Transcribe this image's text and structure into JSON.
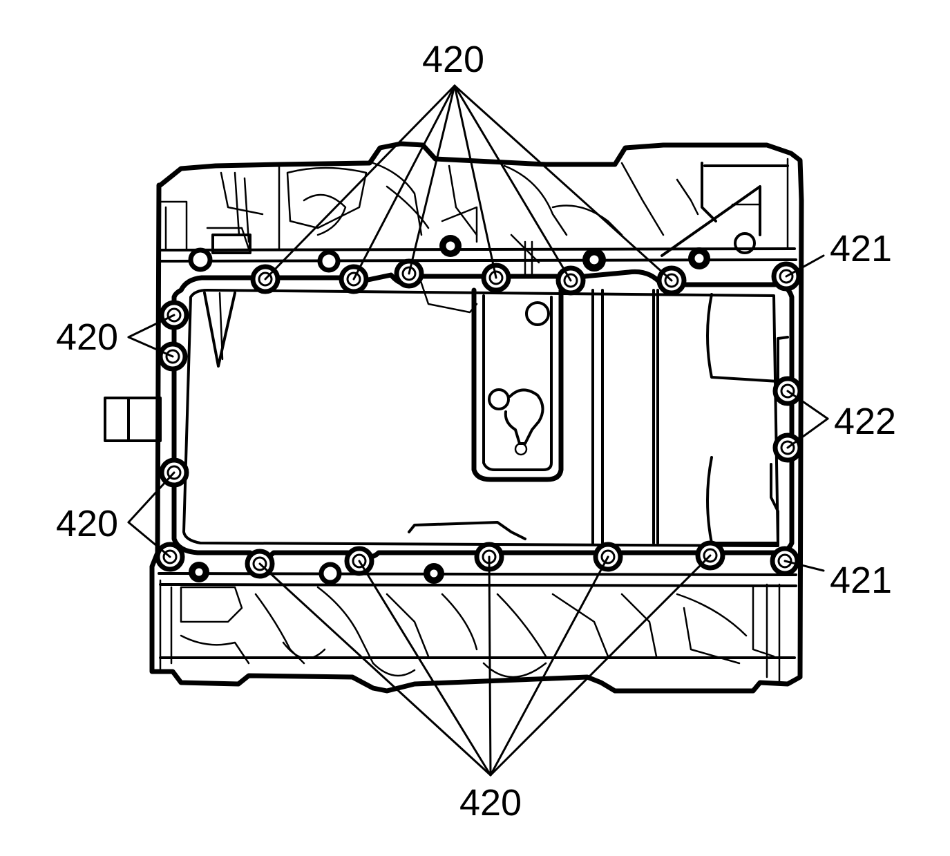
{
  "diagram": {
    "callouts": {
      "top_group": "420",
      "left_upper": "420",
      "left_lower": "420",
      "bottom_group": "420",
      "right_upper": "421",
      "right_middle": "422",
      "right_lower": "421"
    }
  }
}
